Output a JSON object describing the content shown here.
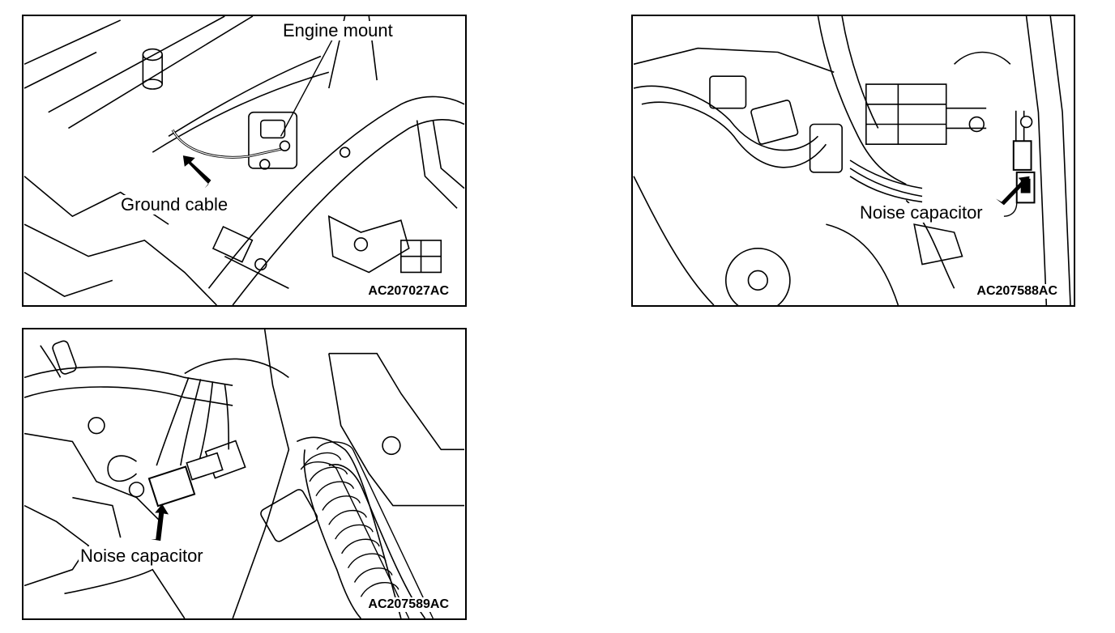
{
  "figures": [
    {
      "code": "AC207027AC",
      "callouts": [
        "Engine mount",
        "Ground cable"
      ]
    },
    {
      "code": "AC207588AC",
      "callouts": [
        "Noise capacitor"
      ]
    },
    {
      "code": "AC207589AC",
      "callouts": [
        "Noise capacitor"
      ]
    }
  ]
}
